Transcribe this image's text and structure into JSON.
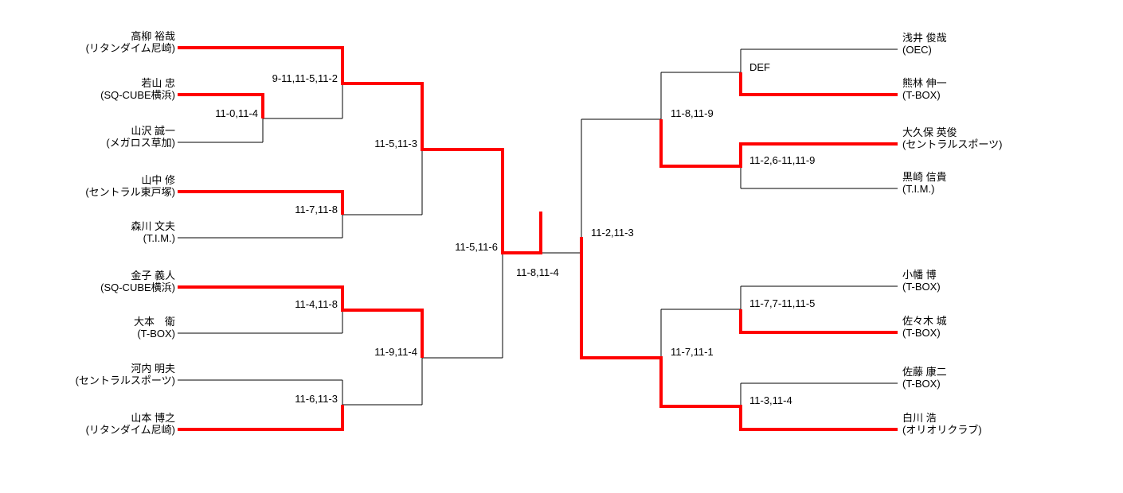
{
  "title": "tournament-bracket",
  "champion": "高柳 裕哉",
  "colors": {
    "winner_path": "#ff0000",
    "line": "#000000",
    "text": "#000000",
    "background": "#ffffff"
  },
  "players": {
    "left": [
      {
        "name": "高柳 裕哉",
        "club": "(リタンダイム尼崎)"
      },
      {
        "name": "若山 忠",
        "club": "(SQ-CUBE横浜)"
      },
      {
        "name": "山沢 誠一",
        "club": "(メガロス草加)"
      },
      {
        "name": "山中 修",
        "club": "(セントラル東戸塚)"
      },
      {
        "name": "森川 文夫",
        "club": "(T.I.M.)"
      },
      {
        "name": "金子 義人",
        "club": "(SQ-CUBE横浜)"
      },
      {
        "name": "大本　衛",
        "club": "(T-BOX)"
      },
      {
        "name": "河内 明夫",
        "club": "(セントラルスポーツ)"
      },
      {
        "name": "山本 博之",
        "club": "(リタンダイム尼崎)"
      }
    ],
    "right": [
      {
        "name": "浅井 俊哉",
        "club": "(OEC)"
      },
      {
        "name": "熊林 伸一",
        "club": "(T-BOX)"
      },
      {
        "name": "大久保 英俊",
        "club": "(セントラルスポーツ)"
      },
      {
        "name": "黒崎 信貴",
        "club": "(T.I.M.)"
      },
      {
        "name": "小幡 博",
        "club": "(T-BOX)"
      },
      {
        "name": "佐々木 城",
        "club": "(T-BOX)"
      },
      {
        "name": "佐藤 康二",
        "club": "(T-BOX)"
      },
      {
        "name": "白川 浩",
        "club": "(オリオリクラブ)"
      }
    ]
  },
  "matches": {
    "l_r1": {
      "score": "11-0,11-4",
      "winner": "若山 忠"
    },
    "l_qf1": {
      "score": "9-11,11-5,11-2",
      "winner": "高柳 裕哉"
    },
    "l_qf2": {
      "score": "11-7,11-8",
      "winner": "山中 修"
    },
    "l_sf1": {
      "score": "11-5,11-3",
      "winner": "高柳 裕哉"
    },
    "l_qf3": {
      "score": "11-4,11-8",
      "winner": "金子 義人"
    },
    "l_qf4": {
      "score": "11-6,11-3",
      "winner": "山本 博之"
    },
    "l_sf2": {
      "score": "11-9,11-4",
      "winner": "金子 義人"
    },
    "l_final": {
      "score": "11-5,11-6",
      "winner": "高柳 裕哉"
    },
    "grand_final": {
      "score": "11-8,11-4",
      "winner": "高柳 裕哉"
    },
    "r_r1": {
      "score": "DEF",
      "winner": "熊林 伸一"
    },
    "r_r2": {
      "score": "11-2,6-11,11-9",
      "winner": "大久保 英俊"
    },
    "r_qf1": {
      "score": "11-8,11-9",
      "winner": "大久保 英俊"
    },
    "r_r3": {
      "score": "11-7,7-11,11-5",
      "winner": "佐々木 城"
    },
    "r_r4": {
      "score": "11-3,11-4",
      "winner": "白川 浩"
    },
    "r_qf2": {
      "score": "11-7,11-1",
      "winner": "白川 浩"
    },
    "r_final": {
      "score": "11-2,11-3",
      "winner": "白川 浩"
    }
  }
}
